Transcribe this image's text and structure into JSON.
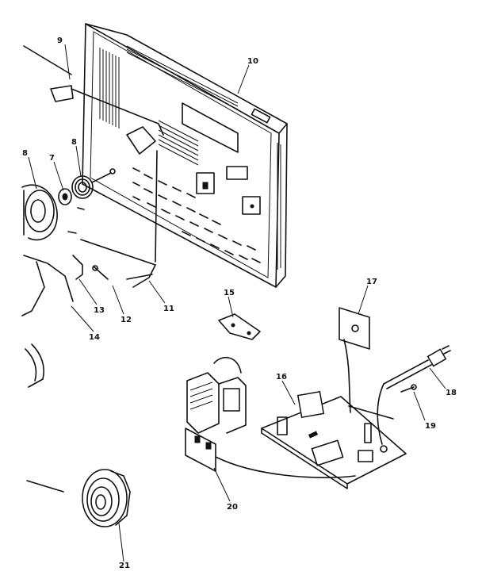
{
  "diagram": {
    "callouts": [
      {
        "id": "c9",
        "label": "9"
      },
      {
        "id": "c10",
        "label": "10"
      },
      {
        "id": "c8a",
        "label": "8"
      },
      {
        "id": "c7",
        "label": "7"
      },
      {
        "id": "c8b",
        "label": "8"
      },
      {
        "id": "c13",
        "label": "13"
      },
      {
        "id": "c14",
        "label": "14"
      },
      {
        "id": "c12",
        "label": "12"
      },
      {
        "id": "c11",
        "label": "11"
      },
      {
        "id": "c15",
        "label": "15"
      },
      {
        "id": "c17",
        "label": "17"
      },
      {
        "id": "c16",
        "label": "16"
      },
      {
        "id": "c18",
        "label": "18"
      },
      {
        "id": "c19",
        "label": "19"
      },
      {
        "id": "c20",
        "label": "20"
      },
      {
        "id": "c21",
        "label": "21"
      }
    ]
  }
}
